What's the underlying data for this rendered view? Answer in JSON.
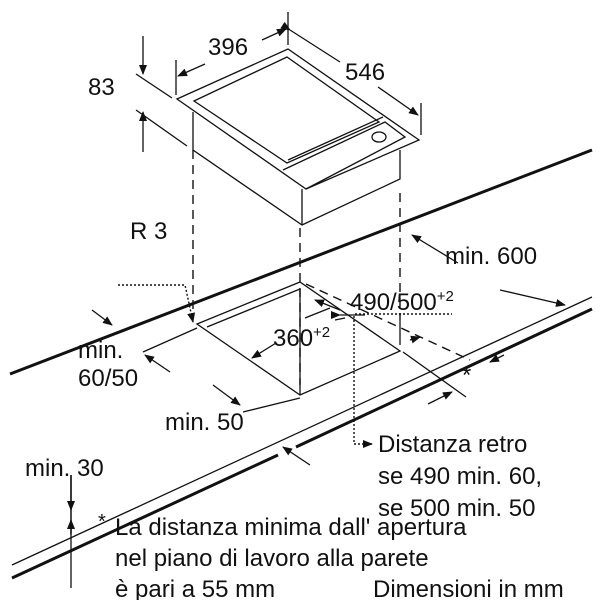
{
  "title": "Dimensioni in mm",
  "dimensions": {
    "width": "396",
    "depth": "546",
    "height": "83",
    "radius": "R 3",
    "wall_min": "min. 600",
    "cutout_depth": "490/500",
    "cutout_depth_tol": "+2",
    "cutout_width": "360",
    "cutout_width_tol": "+2",
    "side_min_1": "min.",
    "side_min_2": "60/50",
    "front_min": "min. 50",
    "thickness_min": "min. 30",
    "asterisk": "*"
  },
  "rear_note": [
    "Distanza retro",
    "se 490 min. 60,",
    "se 500 min. 50"
  ],
  "footnote": {
    "marker": "*",
    "lines": [
      "La distanza minima dall' apertura",
      "nel piano di lavoro alla parete",
      "è pari a 55 mm"
    ]
  },
  "units_label": "Dimensioni in mm"
}
